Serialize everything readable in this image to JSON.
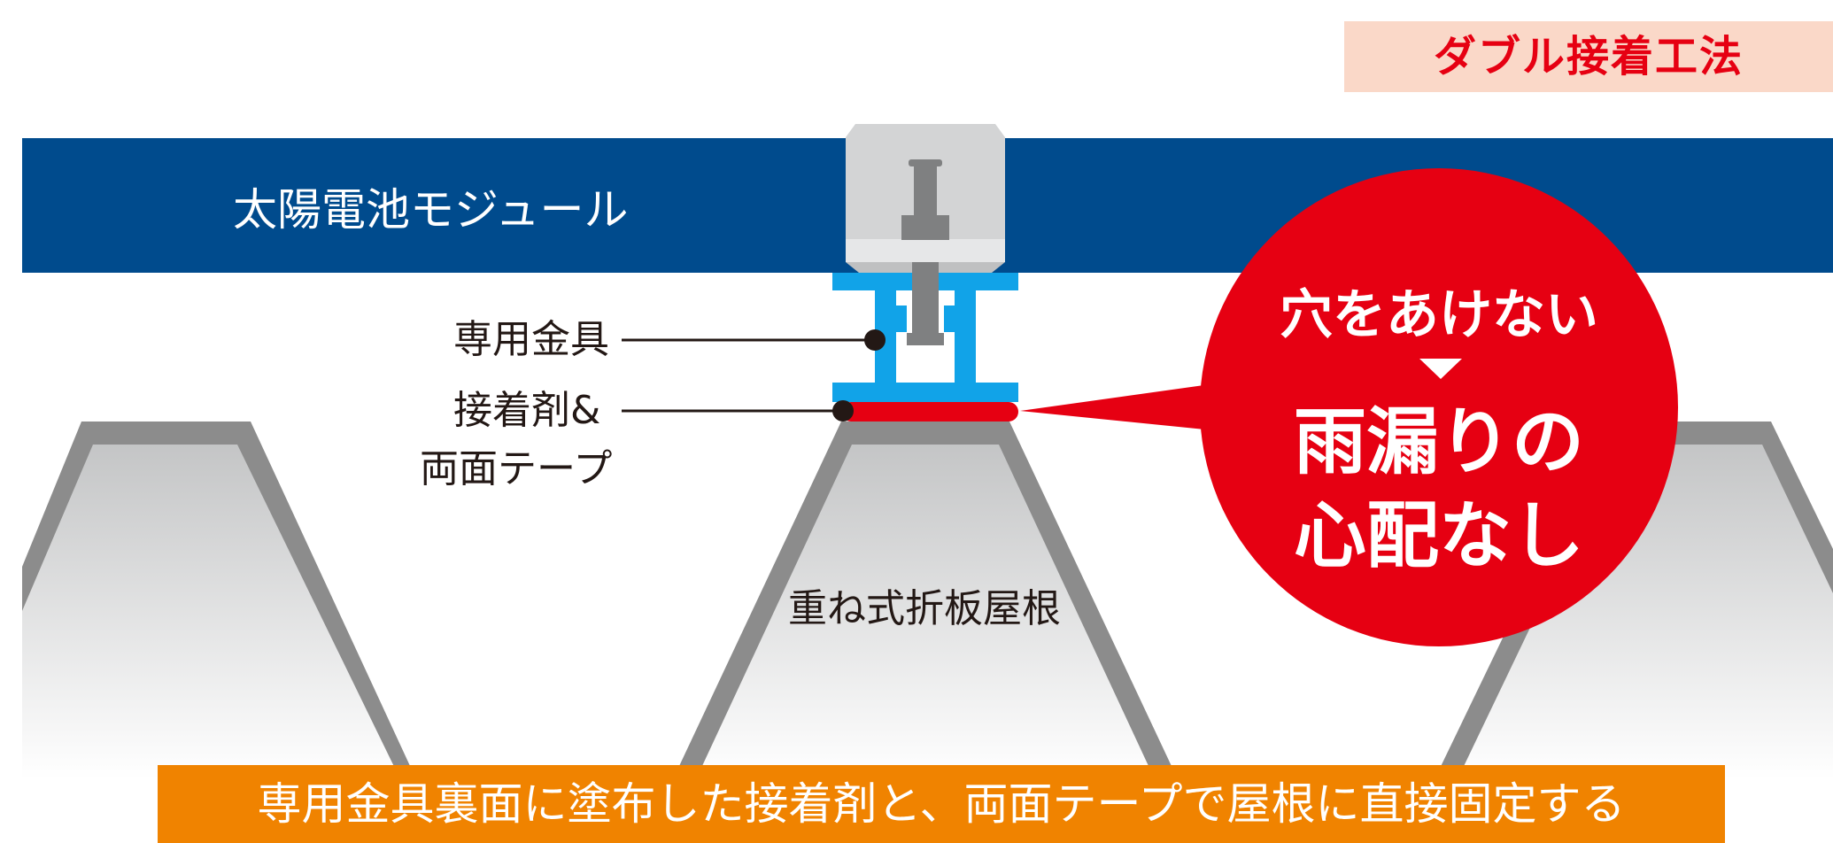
{
  "badge": {
    "text": "ダブル接着工法"
  },
  "module": {
    "label": "太陽電池モジュール"
  },
  "labels": {
    "bracket": "専用金具",
    "adhesive_line1": "接着剤&",
    "adhesive_line2": "両面テープ",
    "roof": "重ね式折板屋根"
  },
  "callout": {
    "line1": "穴をあけない",
    "line2": "雨漏りの",
    "line3": "心配なし"
  },
  "banner": {
    "text": "専用金具裏面に塗布した接着剤と、両面テープで屋根に直接固定する"
  },
  "colors": {
    "module_blue": "#004b8d",
    "bracket_cyan": "#11a3e8",
    "adhesive_red": "#e60012",
    "callout_red": "#e60012",
    "banner_orange": "#f08300",
    "badge_bg": "#fad8c8",
    "roof_gray": "#8c8c8c"
  }
}
